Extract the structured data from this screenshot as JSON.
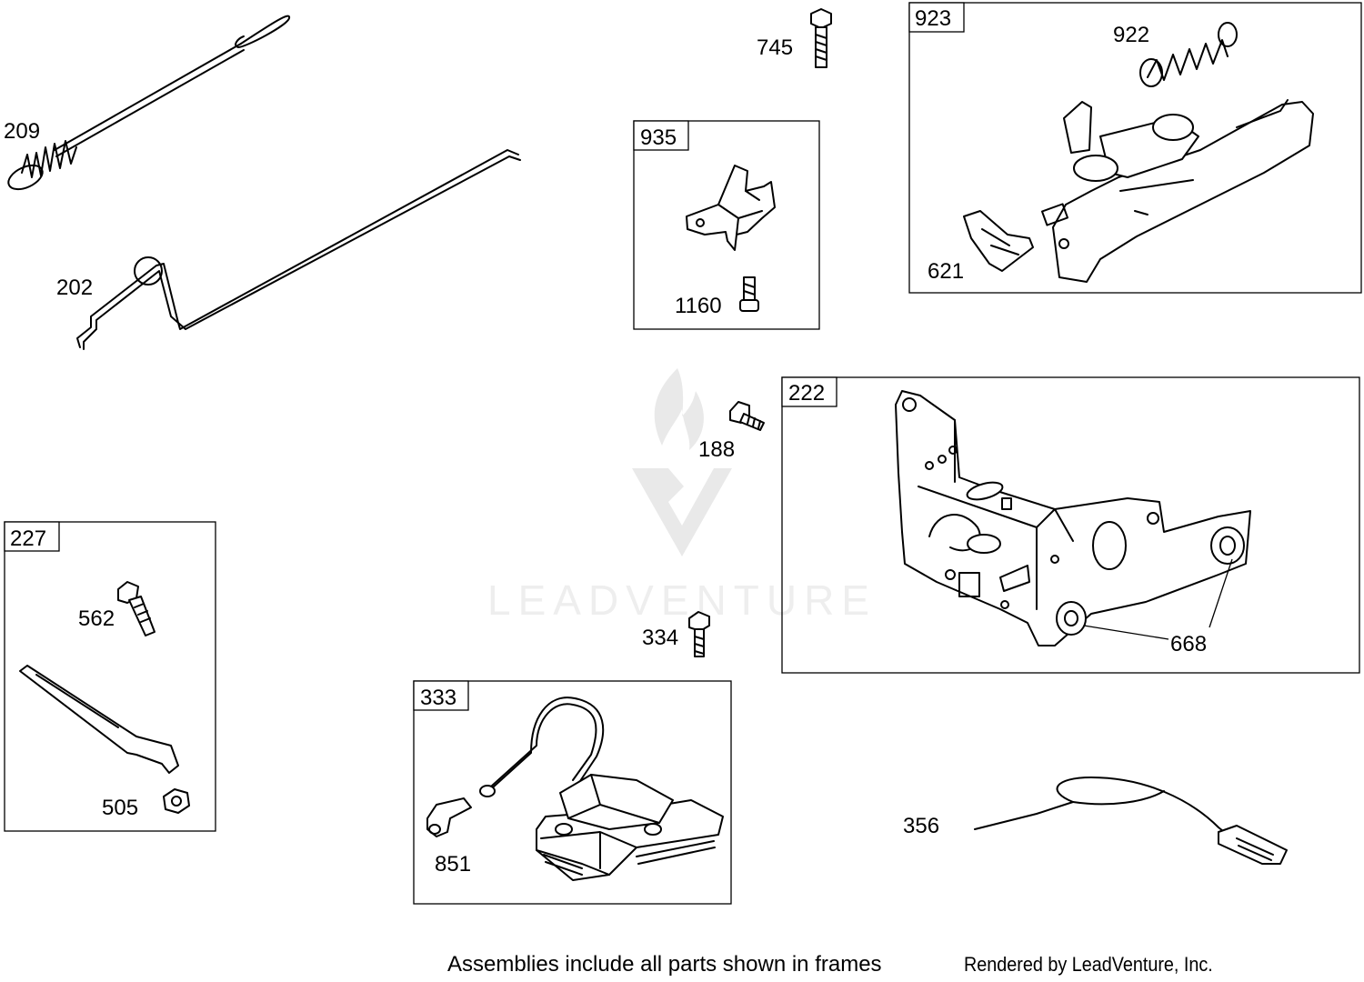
{
  "watermark": {
    "text": "LEADVENTURE"
  },
  "parts": {
    "p209": "209",
    "p202": "202",
    "p745": "745",
    "p935": "935",
    "p1160": "1160",
    "p923": "923",
    "p922": "922",
    "p621": "621",
    "p188": "188",
    "p222": "222",
    "p668": "668",
    "p227": "227",
    "p562": "562",
    "p505": "505",
    "p334": "334",
    "p333": "333",
    "p851": "851",
    "p356": "356"
  },
  "footer": {
    "note": "Assemblies include all parts shown in frames",
    "credit": "Rendered by LeadVenture, Inc."
  }
}
